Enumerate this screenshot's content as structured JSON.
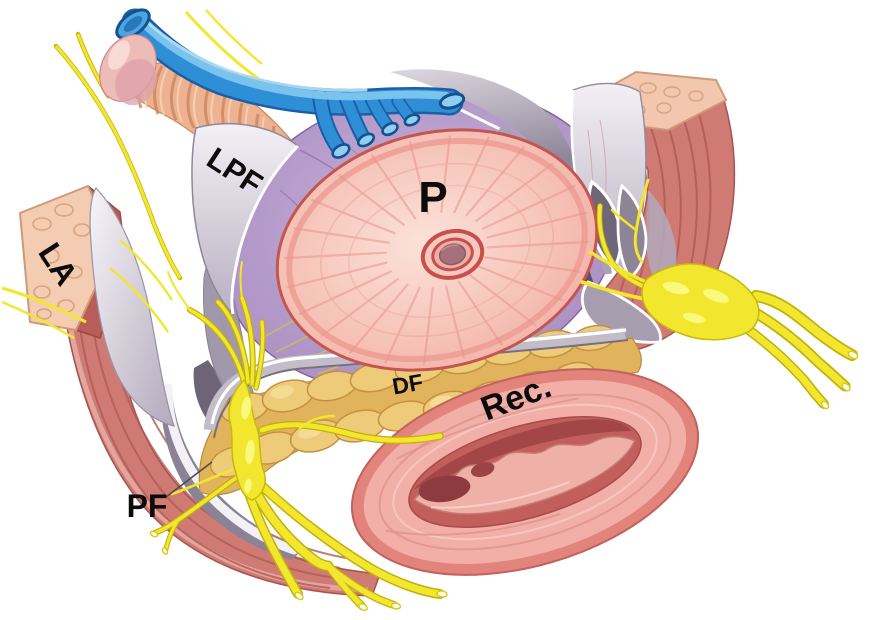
{
  "figure": {
    "type": "anatomical-illustration",
    "background": "#ffffff",
    "labels": {
      "lpf": {
        "text": "LPF"
      },
      "la": {
        "text": "LA"
      },
      "p": {
        "text": "P"
      },
      "df": {
        "text": "DF"
      },
      "rec": {
        "text": "Rec."
      },
      "pf": {
        "text": "PF"
      }
    },
    "palette": {
      "muscle_red": "#cf7a72",
      "muscle_stripe": "#b05b54",
      "muscle_cut_face": "#f3ccb2",
      "fascia_light": "#ece8ef",
      "fascia_mid": "#aba2b4",
      "capsule_purple": "#a98fc0",
      "vein_blue": "#2f8fd6",
      "nerve_yellow": "#f2e62e",
      "nerve_edge": "#c0b109",
      "fat_tan": "#e2b35d",
      "prostate_pink": "#f6c3b8",
      "prostate_edge": "#ee9a90",
      "rectum_wall": "#f2afa7",
      "rectum_lumen": "#c25e5c",
      "label_black": "#0c0c0c"
    }
  }
}
